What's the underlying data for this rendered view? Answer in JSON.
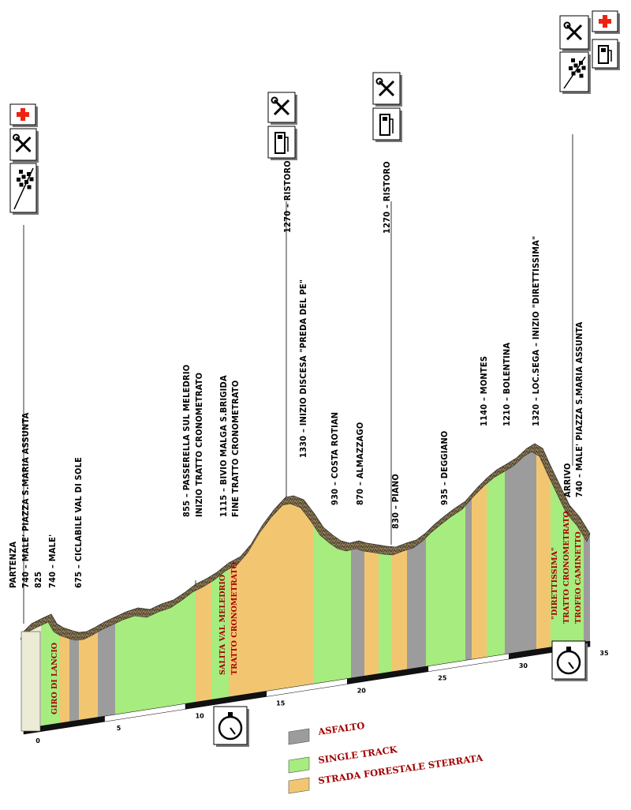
{
  "colors": {
    "asfalto": "#9c9c9c",
    "single_track": "#a6ec7e",
    "sterrata": "#f2c671",
    "start_block": "#ececd6",
    "axis": "#000000",
    "red_label": "#a30000"
  },
  "waypoints": [
    {
      "label": "PARTENZA",
      "icon": "none"
    },
    {
      "label": "740 – MALE' PIAZZA S.MARIA ASSUNTA",
      "icon": "first-aid-tools-start-flag"
    },
    {
      "label": "825",
      "icon": "none"
    },
    {
      "label": "740 – MALE'",
      "icon": "none"
    },
    {
      "label": "675 – CICLABILE VAL DI SOLE",
      "icon": "none"
    },
    {
      "label": "855 – PASSERELLA SUL MELEDRIO",
      "icon": "none"
    },
    {
      "label": "INIZIO TRATTO CRONOMETRATO",
      "icon": "none"
    },
    {
      "label": "1115 – BIVIO MALGA S.BRIGIDA",
      "icon": "none"
    },
    {
      "label": "FINE TRATTO CRONOMETRATO",
      "icon": "none"
    },
    {
      "label": "1270 – RISTORO",
      "icon": "tools-fuel"
    },
    {
      "label": "1330 – INIZIO DISCESA \"PREDA DEL PE\"",
      "icon": "none"
    },
    {
      "label": "930 – COSTA ROTIAN",
      "icon": "none"
    },
    {
      "label": "870 – ALMAZZAGO",
      "icon": "none"
    },
    {
      "label": "1270 – RISTORO",
      "icon": "tools-fuel"
    },
    {
      "label": "830 – PIANO",
      "icon": "none"
    },
    {
      "label": "935 – DEGGIANO",
      "icon": "none"
    },
    {
      "label": "1140 – MONTES",
      "icon": "none"
    },
    {
      "label": "1210 – BOLENTINA",
      "icon": "none"
    },
    {
      "label": "1320 – LOC.SEGA – INIZIO \"DIRETTISSIMA\"",
      "icon": "none"
    },
    {
      "label": "740 – MALE' PIAZZA S.MARIA ASSUNTA",
      "icon": "tools-first-aid-flag-fuel"
    },
    {
      "label": "ARRIVO",
      "icon": "none"
    }
  ],
  "segment_labels": [
    "GIRO DI LANCIO",
    "SALITA VAL MELEDRIO",
    "TRATTO CRONOMETRATO",
    "\"DIRETTISSIMA\"",
    "TRATTO CRONOMETRATO",
    "TROFEO CAMINETTO"
  ],
  "km_ticks": [
    "0",
    "5",
    "10",
    "15",
    "20",
    "25",
    "30",
    "35"
  ],
  "legend": [
    {
      "label": "ASFALTO",
      "color": "#9c9c9c"
    },
    {
      "label": "SINGLE TRACK",
      "color": "#a6ec7e"
    },
    {
      "label": "STRADA FORESTALE STERRATA",
      "color": "#f2c671"
    }
  ],
  "icons": [
    "first-aid-icon",
    "tools-icon",
    "checkered-flag-icon",
    "fuel-icon",
    "stopwatch-icon"
  ]
}
